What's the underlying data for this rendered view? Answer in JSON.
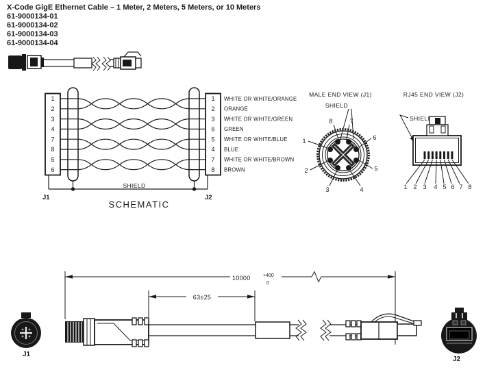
{
  "header": {
    "title": "X-Code GigE Ethernet Cable – 1 Meter, 2 Meters, 5 Meters, or 10 Meters",
    "part_numbers": [
      "61-9000134-01",
      "61-9000134-02",
      "61-9000134-03",
      "61-9000134-04"
    ]
  },
  "schematic": {
    "caption": "SCHEMATIC",
    "shield_label": "SHIELD",
    "j1": {
      "label": "J1",
      "pins": [
        "1",
        "2",
        "3",
        "4",
        "7",
        "8",
        "5",
        "6"
      ]
    },
    "j2": {
      "label": "J2",
      "pins": [
        "1",
        "2",
        "3",
        "6",
        "5",
        "4",
        "7",
        "8"
      ]
    },
    "wire_labels": [
      "WHITE OR WHITE/ORANGE",
      "ORANGE",
      "WHITE OR WHITE/GREEN",
      "GREEN",
      "WHITE OR WHITE/BLUE",
      "BLUE",
      "WHITE OR WHITE/BROWN",
      "BROWN"
    ]
  },
  "male_end_view": {
    "title": "MALE END VIEW (J1)",
    "shield_label": "SHIELD",
    "pins": [
      "1",
      "2",
      "3",
      "4",
      "5",
      "6",
      "7",
      "8"
    ]
  },
  "rj45_end_view": {
    "title": "RJ45 END VIEW (J2)",
    "shield_label": "SHIELD",
    "pins": [
      "1",
      "2",
      "3",
      "4",
      "5",
      "6",
      "7",
      "8"
    ]
  },
  "dimensions": {
    "overall": {
      "value": "10000",
      "tol_plus": "+400",
      "tol_minus": "0"
    },
    "label_offset": "63±25",
    "j1_label": "J1",
    "j2_label": "J2"
  },
  "colors": {
    "ink": "#1a1a1a"
  }
}
